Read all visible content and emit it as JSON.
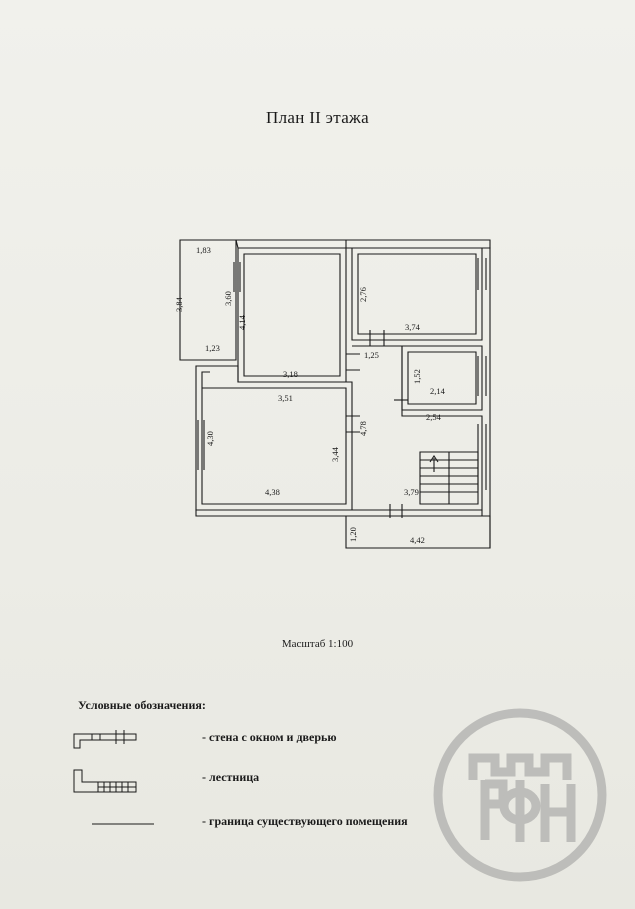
{
  "document": {
    "title": "План II этажа",
    "scale_label": "Масштаб 1:100"
  },
  "plan": {
    "dimensions": {
      "balcony_width": "1,83",
      "balcony_depth": "3,84",
      "room1_depth_a": "3,60",
      "room1_depth_b": "4,14",
      "balcony_gap": "1,23",
      "room1_width": "3,18",
      "room2_depth": "2,76",
      "room2_width": "3,74",
      "corridor_gap": "1,25",
      "bath_depth": "1,52",
      "bath_width": "2,14",
      "hall_width": "2,54",
      "room3_width_top": "3,51",
      "room3_depth": "4,30",
      "room3_inner_depth": "3,44",
      "hall_depth": "4,78",
      "room3_width": "4,38",
      "stair_width": "3,79",
      "terrace_depth": "1,20",
      "terrace_width": "4,42"
    }
  },
  "legend": {
    "title": "Условные обозначения:",
    "items": [
      {
        "symbol": "wall-window-door-symbol",
        "label": "- стена с окном и дверью"
      },
      {
        "symbol": "stair-symbol",
        "label": "- лестница"
      },
      {
        "symbol": "boundary-line-symbol",
        "label": "- граница существующего помещения"
      }
    ]
  },
  "stamp": {
    "logo": "РФН seal",
    "colors": {
      "stamp": "#9a9a9a",
      "ink": "#1a1a1a",
      "paper": "#efefe9"
    }
  }
}
